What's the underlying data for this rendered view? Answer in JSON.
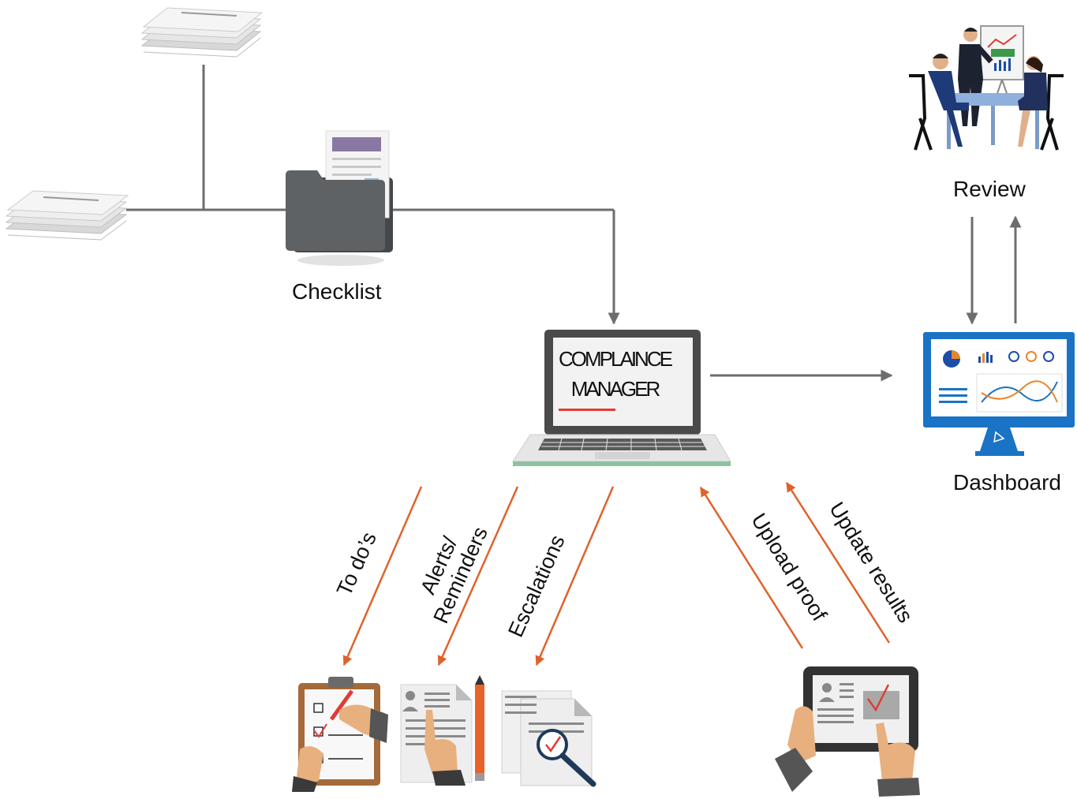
{
  "nodes": {
    "checklist": "Checklist",
    "review": "Review",
    "dashboard": "Dashboard",
    "laptop_line1": "COMPLAINCE",
    "laptop_line2": "MANAGER"
  },
  "edges": {
    "todos": "To do’s",
    "alerts_line1": "Alerts/",
    "alerts_line2": "Reminders",
    "escalations": "Escalations",
    "upload_proof": "Upload proof",
    "update_results": "Update results"
  },
  "colors": {
    "connector": "#6d6d6d",
    "orange_arrow": "#e0622b",
    "laptop_frame": "#4a4a4a",
    "monitor_blue": "#1a73c4",
    "folder_gray": "#5f6264",
    "underline_red": "#e03c33",
    "folder_tab_purple": "#8a78a4"
  },
  "icons": {
    "papers_top": "paper-stack-icon",
    "papers_left": "paper-stack-icon",
    "checklist": "folder-document-icon",
    "laptop": "laptop-icon",
    "review": "meeting-presentation-icon",
    "dashboard": "monitor-dashboard-icon",
    "clipboard": "clipboard-checklist-icon",
    "resume": "document-pencil-icon",
    "search": "document-magnifier-icon",
    "tablet": "tablet-hands-icon"
  }
}
